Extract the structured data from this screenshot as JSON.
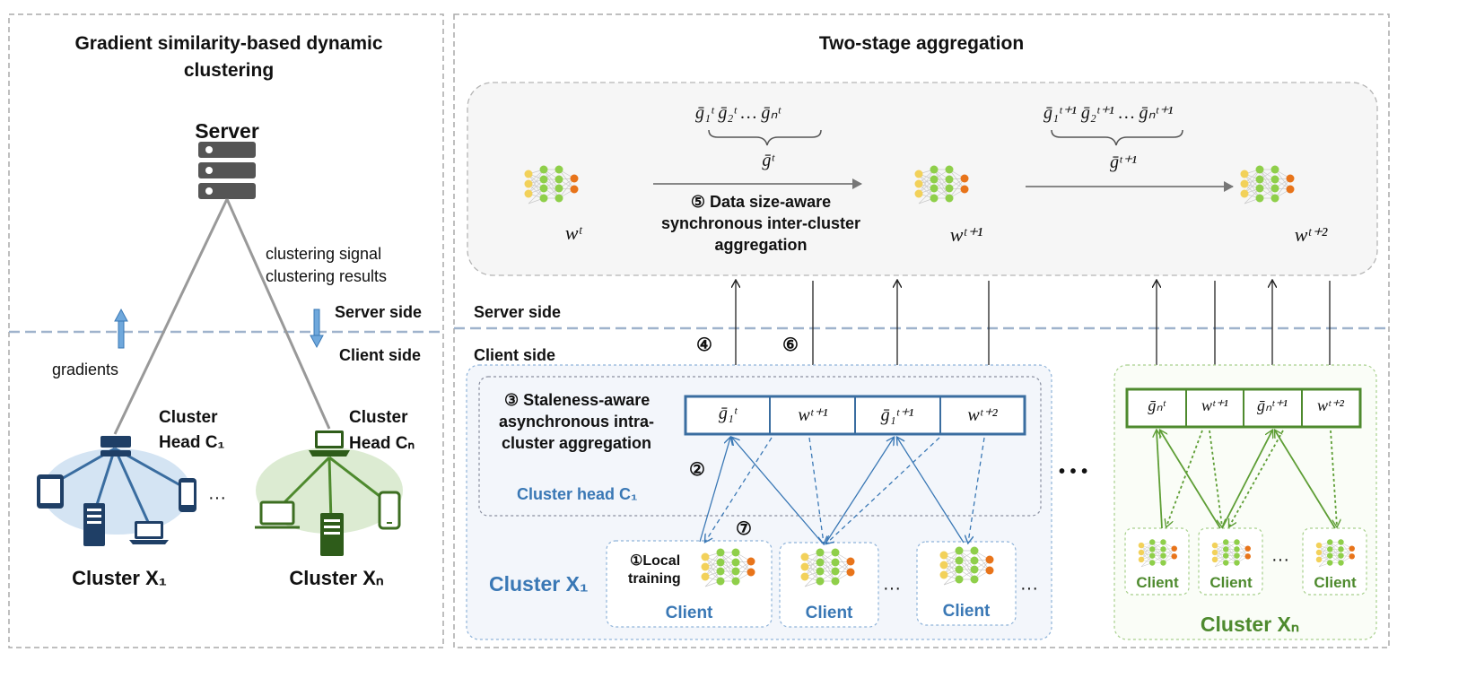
{
  "left_panel": {
    "title_line1": "Gradient similarity-based dynamic",
    "title_line2": "clustering",
    "server_label": "Server",
    "signal_line1": "clustering signal",
    "signal_line2": "clustering results",
    "gradients_label": "gradients",
    "server_side": "Server side",
    "client_side": "Client side",
    "cluster_head_word": "Cluster",
    "head_1": "Head C₁",
    "head_n": "Head Cₙ",
    "ellipsis": "···",
    "cluster_x1": "Cluster X₁",
    "cluster_xn": "Cluster Xₙ"
  },
  "right_panel": {
    "title": "Two-stage aggregation",
    "w_t": "wᵗ",
    "w_t1": "wᵗ⁺¹",
    "w_t2": "wᵗ⁺²",
    "grad_list_t": "ḡ₁ᵗ   ḡ₂ᵗ   …   ḡₙᵗ",
    "grad_list_t1": "ḡ₁ᵗ⁺¹  ḡ₂ᵗ⁺¹ …  ḡₙᵗ⁺¹",
    "g_t": "ḡᵗ",
    "g_t1": "ḡᵗ⁺¹",
    "step5_line1": "⑤ Data size-aware",
    "step5_line2": "synchronous inter-cluster",
    "step5_line3": "aggregation",
    "server_side": "Server side",
    "client_side": "Client side",
    "step4": "④",
    "step6": "⑥",
    "step2": "②",
    "step7": "⑦",
    "step3_line1": "③ Staleness-aware",
    "step3_line2": "asynchronous intra-",
    "step3_line3": "cluster aggregation",
    "cells_blue": [
      "ḡ₁ᵗ",
      "wᵗ⁺¹",
      "ḡ₁ᵗ⁺¹",
      "wᵗ⁺²"
    ],
    "cells_green": [
      "ḡₙᵗ",
      "wᵗ⁺¹",
      "ḡₙᵗ⁺¹",
      "wᵗ⁺²"
    ],
    "cluster_head_c1": "Cluster head C₁",
    "local_training_line1": "①Local",
    "local_training_line2": "training",
    "client_label": "Client",
    "cluster_x1": "Cluster X₁",
    "cluster_xn": "Cluster Xₙ",
    "dots": "···",
    "big_dots": "• • •"
  },
  "colors": {
    "blue": "#3a78b5",
    "dark_blue": "#1f3f66",
    "green": "#4e8a2e",
    "node_yellow": "#f2d15a",
    "node_green": "#8fcf4a",
    "node_orange": "#e8741a",
    "dashed": "#aaaaaa",
    "divider": "#9fb3cc"
  }
}
